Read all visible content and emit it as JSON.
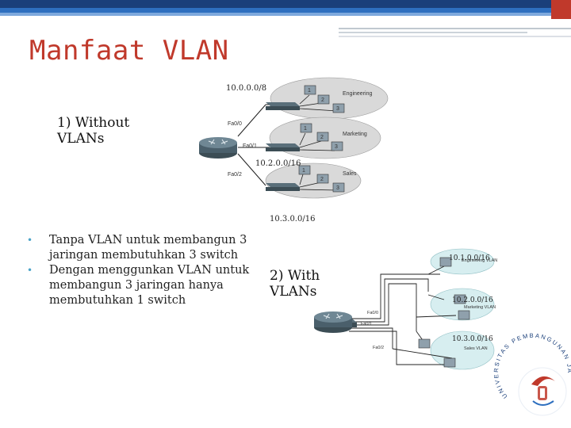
{
  "slide": {
    "title": "Manfaat VLAN",
    "accent_color": "#c0392b",
    "bar_color": "#1f5fa8"
  },
  "diagram_top": {
    "label": "1) Without VLANs",
    "net_engineering": "10.0.0.0/8",
    "net_marketing": "10.2.0.0/16",
    "net_sales": "10.3.0.0/16",
    "port0": "Fa0/0",
    "port1": "Fa0/1",
    "port2": "Fa0/2",
    "group_engineering": "Engineering",
    "group_marketing": "Marketing",
    "group_sales": "Sales"
  },
  "diagram_bottom": {
    "label": "2) With VLANs",
    "net_engineering": "10.1.0.0/16",
    "net_marketing": "10.2.0.0/16",
    "net_sales": "10.3.0.0/16",
    "port0": "Fa0/0",
    "port1": "Fa0/1",
    "port2": "Fa0/2",
    "vlan_engineering": "Engineering VLAN",
    "vlan_marketing": "Marketing VLAN",
    "vlan_sales": "Sales VLAN"
  },
  "bullets": [
    "Tanpa VLAN untuk membangun 3 jaringan membutuhkan 3 switch",
    "Dengan menggunkan VLAN untuk membangun 3 jaringan hanya membutuhkan 1 switch"
  ],
  "logo": {
    "text": "UNIVERSITAS PEMBANGUNAN JAYA"
  }
}
